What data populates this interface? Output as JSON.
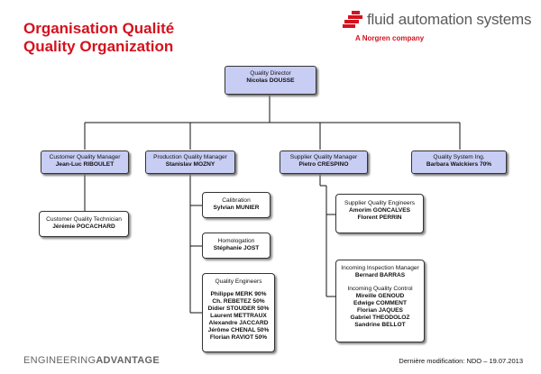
{
  "header": {
    "title_fr": "Organisation Qualité",
    "title_en": "Quality Organization"
  },
  "logo": {
    "name": "fluid automation systems",
    "tagline": "A Norgren company"
  },
  "org": {
    "director": {
      "role": "Quality Director",
      "name": "Nicolas DOUSSE"
    },
    "customer_manager": {
      "role": "Customer Quality Manager",
      "name": "Jean-Luc RIBOULET"
    },
    "production_manager": {
      "role": "Production Quality Manager",
      "name": "Stanislav MOZNY"
    },
    "supplier_manager": {
      "role": "Supplier Quality Manager",
      "name": "Pietro CRESPINO"
    },
    "system_ing": {
      "role": "Quality System Ing.",
      "name": "Barbara Walckiers 70%"
    },
    "customer_technician": {
      "role": "Customer Quality Technician",
      "name": "Jérémie POCACHARD"
    },
    "calibration": {
      "role": "Calibration",
      "name": "Sylvian MUNIER"
    },
    "homologation": {
      "role": "Homologation",
      "name": "Stéphanie JOST"
    },
    "quality_engineers": {
      "role": "Quality Engineers",
      "names": [
        "Philippe MERK 90%",
        "Ch. REBETEZ 50%",
        "Didier STOUDER 50%",
        "Laurent METTRAUX",
        "Alexandre JACCARD",
        "Jérôme CHENAL 50%",
        "Florian RAVIOT 50%"
      ]
    },
    "supplier_engineers": {
      "role": "Supplier Quality Engineers",
      "names": [
        "Amorim GONCALVES",
        "Florent PERRIN"
      ]
    },
    "incoming_inspection": {
      "role": "Incoming Inspection Manager",
      "name": "Bernard BARRAS",
      "control_role": "Incoming Quality Control",
      "control_names": [
        "Mireille GENOUD",
        "Edwige COMMENT",
        "Florian JAQUES",
        "Gabriel THEODOLOZ",
        "Sandrine BELLOT"
      ]
    }
  },
  "footer": {
    "brand_light": "ENGINEERING",
    "brand_bold": "ADVANTAGE",
    "modified": "Dernière modification: NDO – 19.07.2013"
  },
  "colors": {
    "title": "#d4121e",
    "box_fill": "#c8cdf4"
  }
}
